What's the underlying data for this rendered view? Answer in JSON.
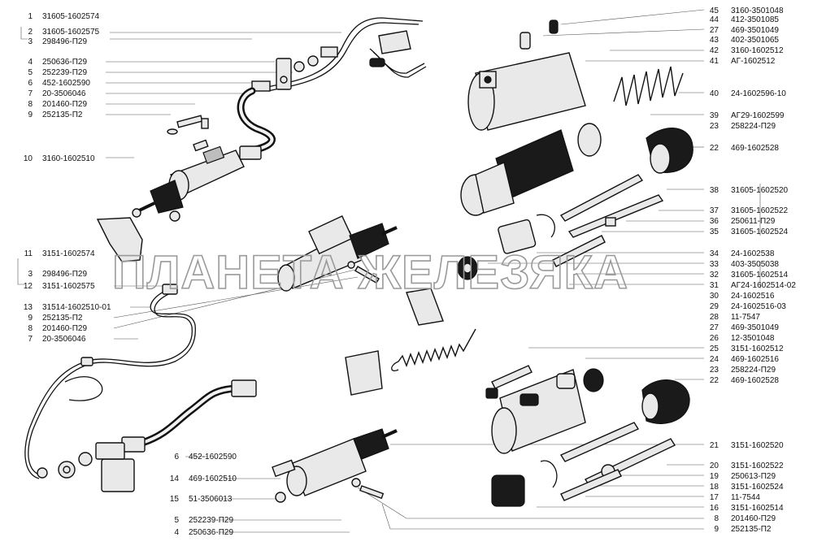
{
  "watermark": "ПЛАНЕТА ЖЕЛЕЗЯКА",
  "labels_left": [
    {
      "num": "1",
      "code": "31605-1602574"
    },
    {
      "num": "2",
      "code": "31605-1602575"
    },
    {
      "num": "3",
      "code": "298496-П29"
    },
    {
      "num": "4",
      "code": "250636-П29"
    },
    {
      "num": "5",
      "code": "252239-П29"
    },
    {
      "num": "6",
      "code": "452-1602590"
    },
    {
      "num": "7",
      "code": "20-3506046"
    },
    {
      "num": "8",
      "code": "201460-П29"
    },
    {
      "num": "9",
      "code": "252135-П2"
    },
    {
      "num": "10",
      "code": "3160-1602510"
    },
    {
      "num": "11",
      "code": "3151-1602574"
    },
    {
      "num": "3",
      "code": "298496-П29"
    },
    {
      "num": "12",
      "code": "3151-1602575"
    },
    {
      "num": "13",
      "code": "31514-1602510-01"
    },
    {
      "num": "9",
      "code": "252135-П2"
    },
    {
      "num": "8",
      "code": "201460-П29"
    },
    {
      "num": "7",
      "code": "20-3506046"
    }
  ],
  "labels_bottom": [
    {
      "num": "6",
      "code": "452-1602590"
    },
    {
      "num": "14",
      "code": "469-1602510"
    },
    {
      "num": "15",
      "code": "51-3506013"
    },
    {
      "num": "5",
      "code": "252239-П29"
    },
    {
      "num": "4",
      "code": "250636-П29"
    }
  ],
  "labels_right": [
    {
      "num": "45",
      "code": "3160-3501048"
    },
    {
      "num": "44",
      "code": "412-3501085"
    },
    {
      "num": "27",
      "code": "469-3501049"
    },
    {
      "num": "43",
      "code": "402-3501065"
    },
    {
      "num": "42",
      "code": "3160-1602512"
    },
    {
      "num": "41",
      "code": "АГ-1602512"
    },
    {
      "num": "40",
      "code": "24-1602596-10"
    },
    {
      "num": "39",
      "code": "АГ29-1602599"
    },
    {
      "num": "23",
      "code": "258224-П29"
    },
    {
      "num": "22",
      "code": "469-1602528"
    },
    {
      "num": "38",
      "code": "31605-1602520"
    },
    {
      "num": "37",
      "code": "31605-1602522"
    },
    {
      "num": "36",
      "code": "250611-П29"
    },
    {
      "num": "35",
      "code": "31605-1602524"
    },
    {
      "num": "34",
      "code": "24-1602538"
    },
    {
      "num": "33",
      "code": "403-3505038"
    },
    {
      "num": "32",
      "code": "31605-1602514"
    },
    {
      "num": "31",
      "code": "АГ24-1602514-02"
    },
    {
      "num": "30",
      "code": "24-1602516"
    },
    {
      "num": "29",
      "code": "24-1602516-03"
    },
    {
      "num": "28",
      "code": "11-7547"
    },
    {
      "num": "27",
      "code": "469-3501049"
    },
    {
      "num": "26",
      "code": "12-3501048"
    },
    {
      "num": "25",
      "code": "3151-1602512"
    },
    {
      "num": "24",
      "code": "469-1602516"
    },
    {
      "num": "23",
      "code": "258224-П29"
    },
    {
      "num": "22",
      "code": "469-1602528"
    },
    {
      "num": "21",
      "code": "3151-1602520"
    },
    {
      "num": "20",
      "code": "3151-1602522"
    },
    {
      "num": "19",
      "code": "250613-П29"
    },
    {
      "num": "18",
      "code": "3151-1602524"
    },
    {
      "num": "17",
      "code": "11-7544"
    },
    {
      "num": "16",
      "code": "3151-1602514"
    },
    {
      "num": "8",
      "code": "201460-П29"
    },
    {
      "num": "9",
      "code": "252135-П2"
    }
  ]
}
